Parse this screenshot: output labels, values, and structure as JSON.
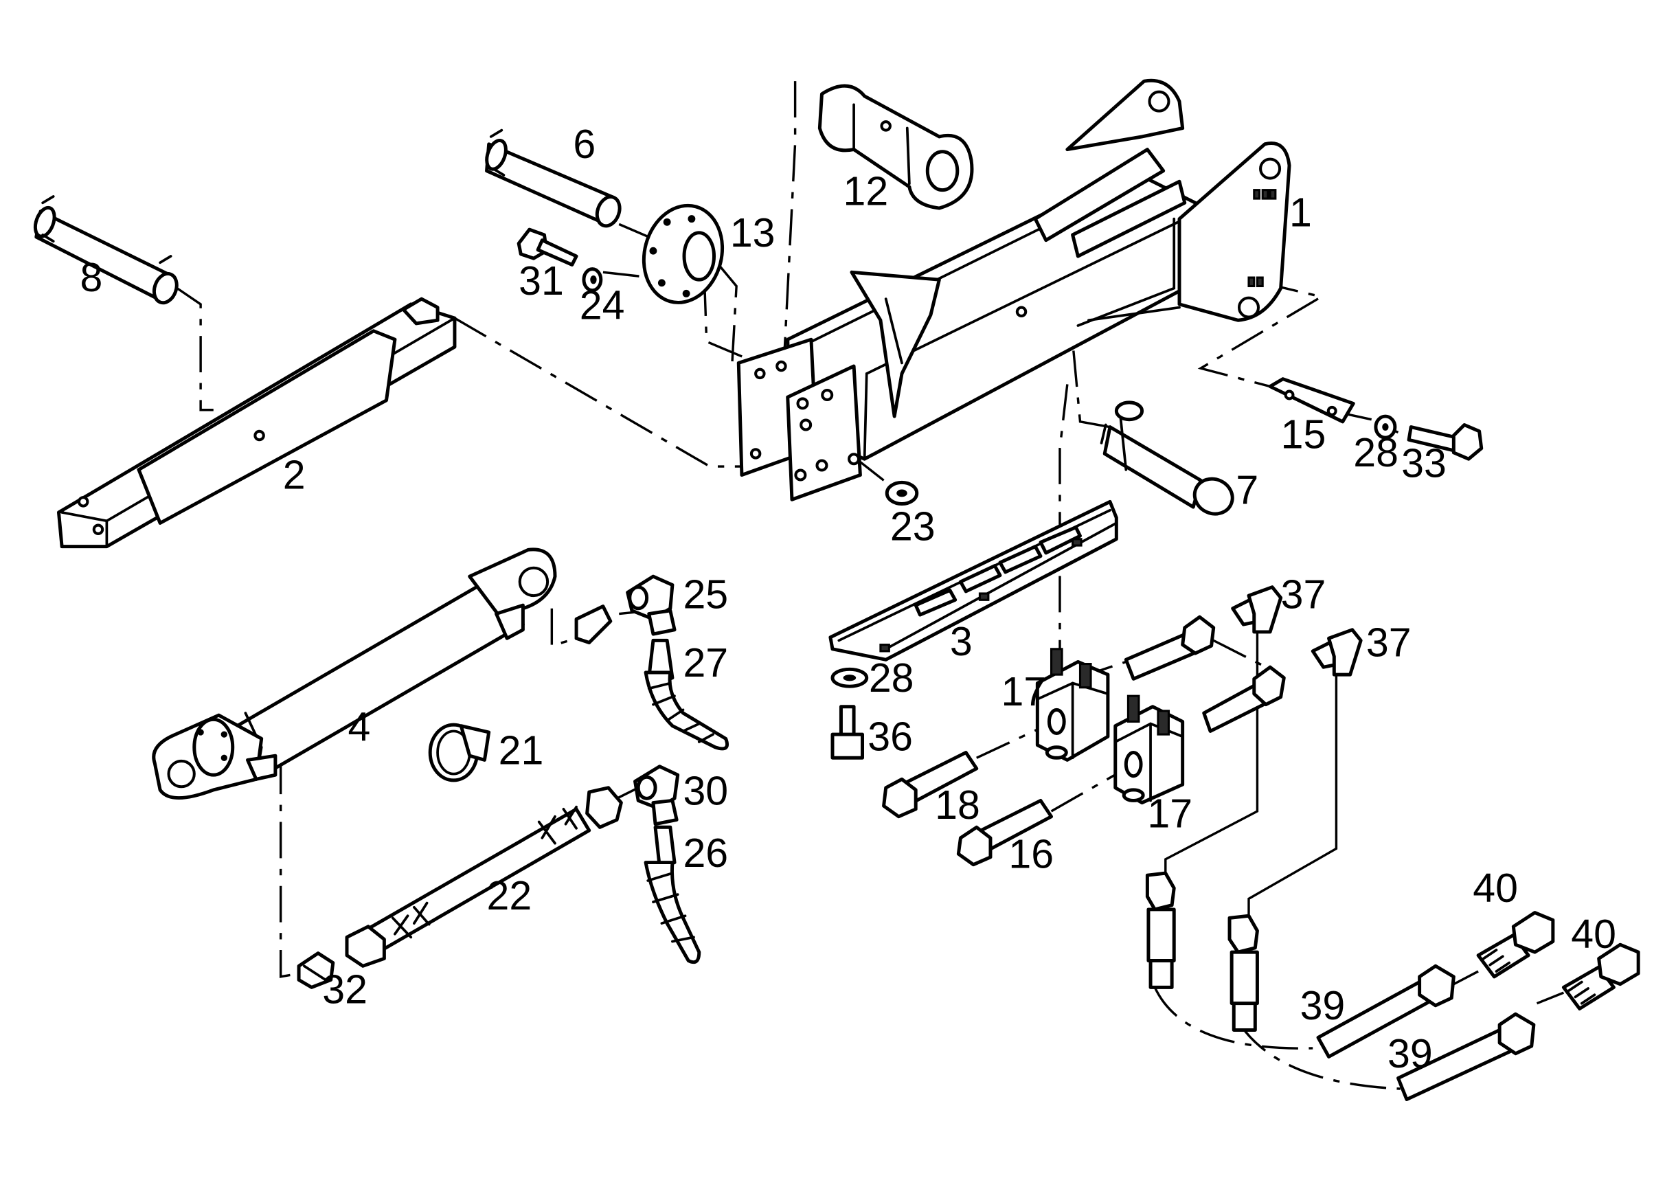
{
  "callouts": {
    "c1": "1",
    "c2": "2",
    "c3": "3",
    "c4": "4",
    "c6": "6",
    "c7": "7",
    "c8": "8",
    "c12": "12",
    "c13": "13",
    "c15": "15",
    "c16": "16",
    "c17a": "17",
    "c17b": "17",
    "c18": "18",
    "c21": "21",
    "c22": "22",
    "c23": "23",
    "c24": "24",
    "c25": "25",
    "c26": "26",
    "c27": "27",
    "c28a": "28",
    "c28b": "28",
    "c30": "30",
    "c31": "31",
    "c32": "32",
    "c33": "33",
    "c36": "36",
    "c37a": "37",
    "c37b": "37",
    "c39a": "39",
    "c39b": "39",
    "c40a": "40",
    "c40b": "40"
  }
}
